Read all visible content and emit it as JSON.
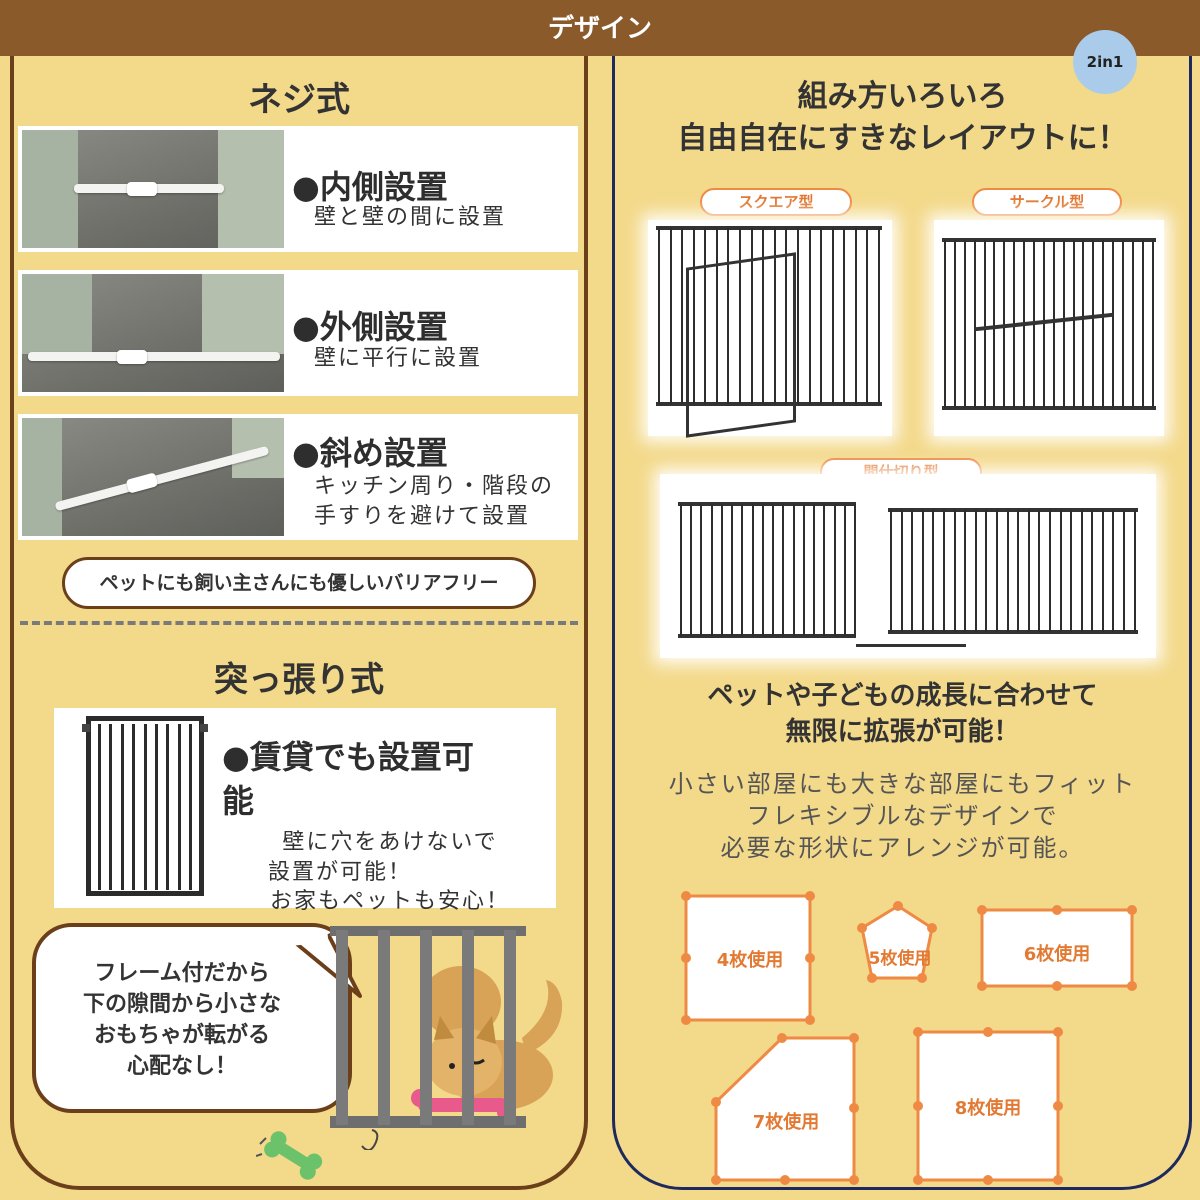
{
  "header": {
    "title": "デザイン"
  },
  "left": {
    "screw": {
      "heading": "ネジ式",
      "items": [
        {
          "title": "●内側設置",
          "desc": [
            "壁と壁の間に設置"
          ]
        },
        {
          "title": "●外側設置",
          "desc": [
            "壁に平行に設置"
          ]
        },
        {
          "title": "●斜め設置",
          "desc": [
            "キッチン周り・階段の",
            "手すりを避けて設置"
          ]
        }
      ],
      "pill": "ペットにも飼い主さんにも優しいバリアフリー"
    },
    "pressure": {
      "heading": "突っ張り式",
      "title": [
        "●賃貸でも設置可",
        "能"
      ],
      "desc": [
        "壁に穴をあけないで",
        "設置が可能！",
        "お家もペットも安心！"
      ]
    },
    "bubble": [
      "フレーム付だから",
      "下の隙間から小さな",
      "おもちゃが転がる",
      "心配なし！"
    ]
  },
  "right": {
    "badge": "2in1",
    "heading": [
      "組み方いろいろ",
      "自由自在にすきなレイアウトに！"
    ],
    "types": {
      "square": "スクエア型",
      "circle": "サークル型",
      "partition": "間仕切り型"
    },
    "growth": [
      "ペットや子どもの成長に合わせて",
      "無限に拡張が可能！"
    ],
    "desc": [
      "小さい部屋にも大きな部屋にもフィット",
      "フレキシブルなデザインで",
      "必要な形状にアレンジが可能。"
    ],
    "shapes": [
      "4枚使用",
      "5枚使用",
      "6枚使用",
      "7枚使用",
      "8枚使用"
    ]
  },
  "colors": {
    "background": "#f3d98a",
    "brown": "#8b5a2b",
    "navy": "#1e2a5e",
    "orange": "#ef8a45"
  }
}
